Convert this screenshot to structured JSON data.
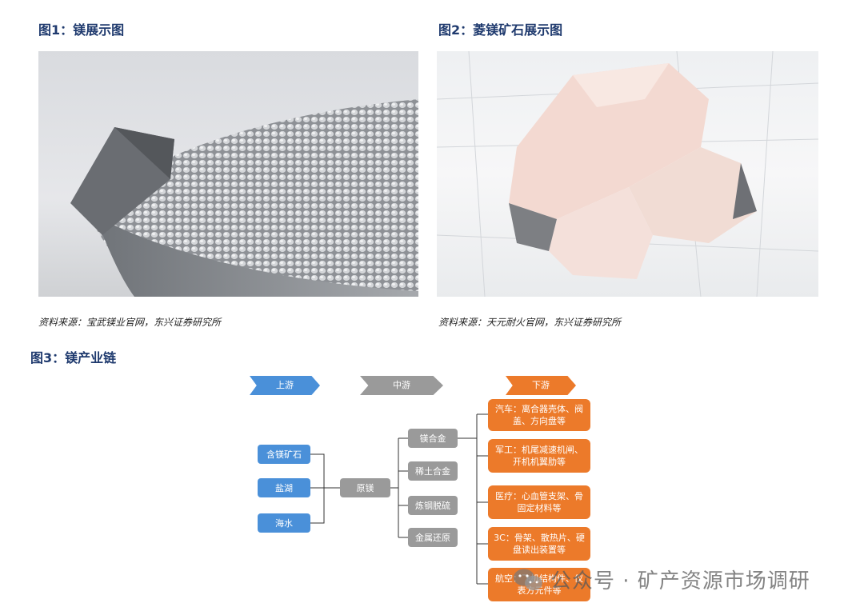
{
  "figures": [
    {
      "title": "图1：镁展示图",
      "source": "资料来源：宝武镁业官网，东兴证券研究所"
    },
    {
      "title": "图2：菱镁矿石展示图",
      "source": "资料来源：天元耐火官网，东兴证券研究所"
    },
    {
      "title": "图3：镁产业链"
    }
  ],
  "chain": {
    "stages": [
      "上游",
      "中游",
      "下游"
    ],
    "upstream": [
      "含镁矿石",
      "盐湖",
      "海水"
    ],
    "hub": "原镁",
    "midstream": [
      "镁合金",
      "稀土合金",
      "炼钢脱硫",
      "金属还原"
    ],
    "downstream": [
      "汽车：离合器壳体、阀盖、方向盘等",
      "军工：机尾减速机闸、开机机翼肋等",
      "医疗：心血管支架、骨固定材料等",
      "3C：骨架、散热片、硬盘读出装置等",
      "航空：飞机结构件、仪表方元件等"
    ]
  },
  "watermark": "公众号 · 矿产资源市场调研",
  "colors": {
    "blue": "#4a90d9",
    "gray": "#9a9a9a",
    "orange": "#ec7a2a",
    "title": "#1f3a6e"
  }
}
